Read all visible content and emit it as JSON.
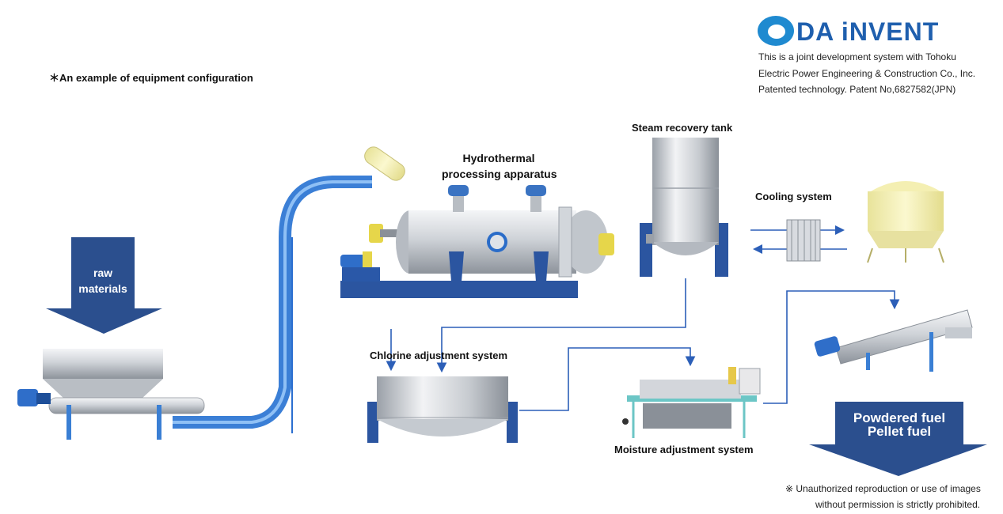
{
  "logo": {
    "text": "DA iNVENT",
    "brand_color": "#1f5fae"
  },
  "notes": {
    "joint_line1": "This is a joint development system with Tohoku",
    "joint_line2": "Electric Power Engineering & Construction Co., Inc.",
    "patent": "Patented technology. Patent No,6827582(JPN)",
    "example": "＊An example of equipment configuration",
    "copyright_line1": "※ Unauthorized reproduction or use of images",
    "copyright_line2": "without permission is strictly prohibited."
  },
  "labels": {
    "raw_materials_1": "raw",
    "raw_materials_2": "materials",
    "hydrothermal_1": "Hydrothermal",
    "hydrothermal_2": "processing apparatus",
    "steam_tank": "Steam recovery tank",
    "cooling": "Cooling system",
    "chlorine": "Chlorine adjustment system",
    "moisture": "Moisture adjustment system",
    "output_1": "Powdered fuel",
    "output_2": "Pellet fuel"
  },
  "colors": {
    "flow_blue": "#2c5fb8",
    "arrow_navy": "#2b4f8e",
    "conveyor_blue": "#3b7fd6",
    "cooling_tower_yellow": "#f6f2b8",
    "equipment_silver": "#c9cdd2"
  }
}
